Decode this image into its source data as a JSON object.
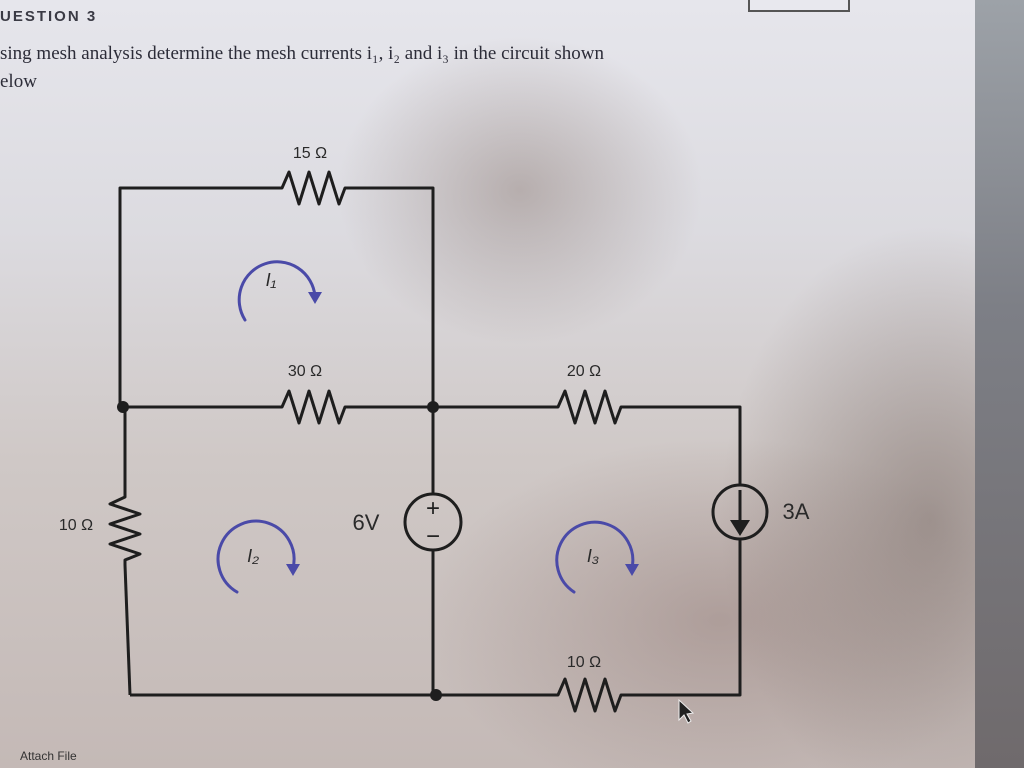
{
  "question": {
    "number": "UESTION 3",
    "line1": "sing mesh analysis determine the mesh currents i₁, i₂ and i₃ in the circuit shown",
    "line2": "elow"
  },
  "circuit": {
    "resistors": {
      "r_top": "15 Ω",
      "r_mid_left": "30 Ω",
      "r_mid_right": "20 Ω",
      "r_left": "10 Ω",
      "r_bottom": "10 Ω"
    },
    "voltage_source": {
      "label": "6V",
      "plus": "+",
      "minus": "−"
    },
    "current_source": {
      "label": "3A"
    },
    "mesh_labels": {
      "i1": "I₁",
      "i2": "I₂",
      "i3": "I₃"
    }
  },
  "footer": {
    "attach_label": "Attach File"
  },
  "colors": {
    "wire": "#1e1e1e",
    "loop_arrow": "#4a4aa8",
    "label": "#2a2a2a"
  }
}
